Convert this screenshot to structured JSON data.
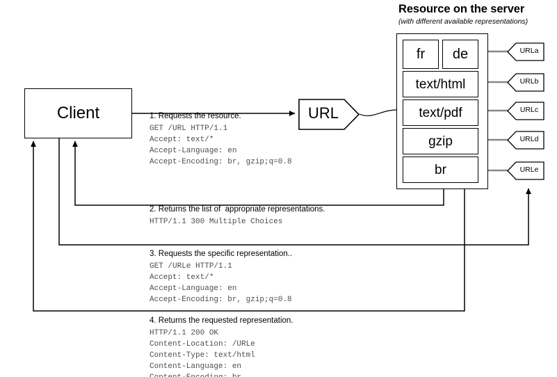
{
  "server": {
    "title": "Resource on the server",
    "subtitle": "(with different available representations)",
    "representations": [
      {
        "label": "fr",
        "url": "URLa"
      },
      {
        "label": "de",
        "url": "URLa"
      },
      {
        "label": "text/html",
        "url": "URLb"
      },
      {
        "label": "text/pdf",
        "url": "URLc"
      },
      {
        "label": "gzip",
        "url": "URLd"
      },
      {
        "label": "br",
        "url": "URLe"
      }
    ],
    "url_tags": [
      "URLa",
      "URLb",
      "URLc",
      "URLd",
      "URLe"
    ]
  },
  "client": {
    "label": "Client"
  },
  "url_node": {
    "label": "URL"
  },
  "steps": [
    {
      "title": "1. Requests the resource.",
      "http": "GET /URL HTTP/1.1\nAccept: text/*\nAccept-Language: en\nAccept-Encoding: br, gzip;q=0.8"
    },
    {
      "title": "2. Returns the list of  appropriate representations.",
      "http": "HTTP/1.1 300 Multiple Choices"
    },
    {
      "title": "3. Requests the specific representation..",
      "http": "GET /URLe HTTP/1.1\nAccept: text/*\nAccept-Language: en\nAccept-Encoding: br, gzip;q=0.8"
    },
    {
      "title": "4. Returns the requested representation.",
      "http": "HTTP/1.1 200 OK\nContent-Location: /URLe\nContent-Type: text/html\nContent-Language: en\nContent-Encoding: br"
    }
  ],
  "colors": {
    "stroke": "#000000",
    "background": "#ffffff",
    "http_text": "#4d4d4d",
    "tag_connector": "#888888"
  }
}
